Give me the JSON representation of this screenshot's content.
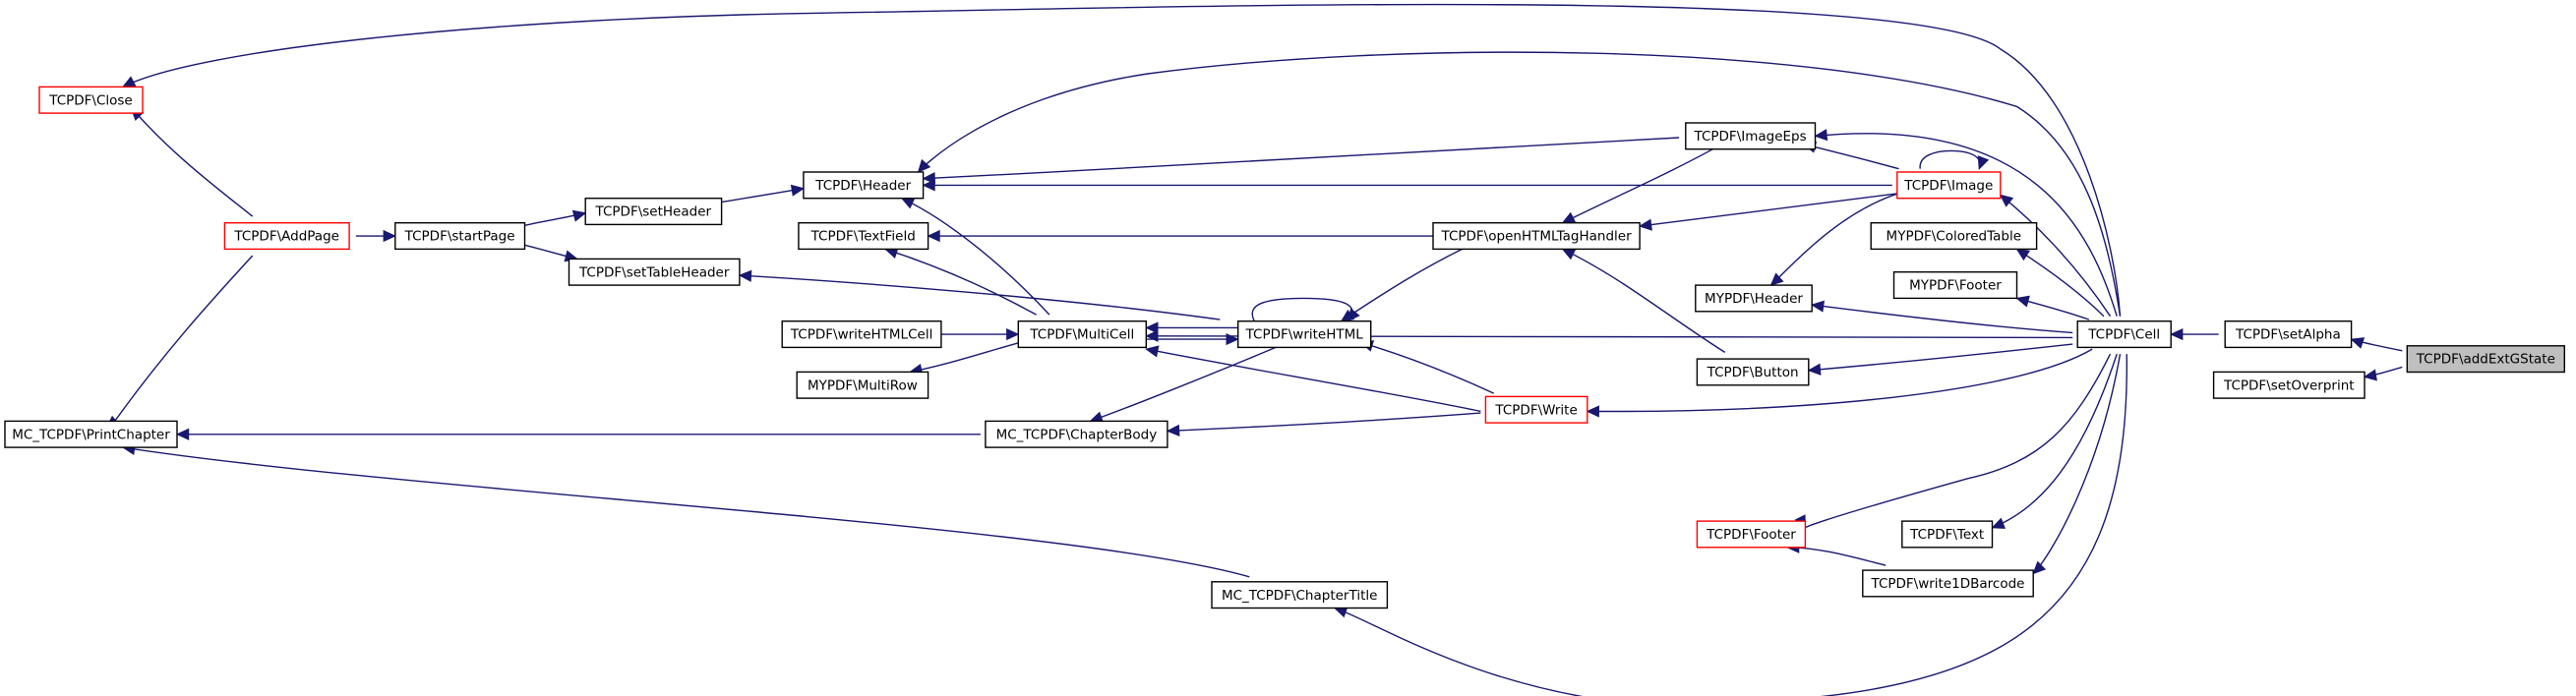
{
  "graph": {
    "nodes": {
      "close": {
        "label": "TCPDF\\Close",
        "truncated": true
      },
      "addpage": {
        "label": "TCPDF\\AddPage",
        "truncated": true
      },
      "printchapter": {
        "label": "MC_TCPDF\\PrintChapter"
      },
      "startpage": {
        "label": "TCPDF\\startPage"
      },
      "setheader": {
        "label": "TCPDF\\setHeader"
      },
      "settableheader": {
        "label": "TCPDF\\setTableHeader"
      },
      "header": {
        "label": "TCPDF\\Header"
      },
      "textfield": {
        "label": "TCPDF\\TextField"
      },
      "writehtmlcell": {
        "label": "TCPDF\\writeHTMLCell"
      },
      "multirow": {
        "label": "MYPDF\\MultiRow"
      },
      "multicell": {
        "label": "TCPDF\\MultiCell"
      },
      "writehtml": {
        "label": "TCPDF\\writeHTML"
      },
      "chapterbody": {
        "label": "MC_TCPDF\\ChapterBody"
      },
      "chaptertitle": {
        "label": "MC_TCPDF\\ChapterTitle"
      },
      "openhtml": {
        "label": "TCPDF\\openHTMLTagHandler"
      },
      "write": {
        "label": "TCPDF\\Write",
        "truncated": true
      },
      "imageeps": {
        "label": "TCPDF\\ImageEps"
      },
      "image": {
        "label": "TCPDF\\Image",
        "truncated": true
      },
      "coloredtable": {
        "label": "MYPDF\\ColoredTable"
      },
      "mypdffooter": {
        "label": "MYPDF\\Footer"
      },
      "mypdfheader": {
        "label": "MYPDF\\Header"
      },
      "button": {
        "label": "TCPDF\\Button"
      },
      "tcpdffooter": {
        "label": "TCPDF\\Footer",
        "truncated": true
      },
      "text": {
        "label": "TCPDF\\Text"
      },
      "write1d": {
        "label": "TCPDF\\write1DBarcode"
      },
      "cell": {
        "label": "TCPDF\\Cell"
      },
      "setalpha": {
        "label": "TCPDF\\setAlpha"
      },
      "setoverprint": {
        "label": "TCPDF\\setOverprint"
      },
      "addextgstate": {
        "label": "TCPDF\\addExtGState",
        "focus": true
      }
    },
    "edges": [
      {
        "from": "addpage",
        "to": "close"
      },
      {
        "from": "addpage",
        "to": "printchapter"
      },
      {
        "from": "startpage",
        "to": "addpage"
      },
      {
        "from": "setheader",
        "to": "startpage"
      },
      {
        "from": "settableheader",
        "to": "startpage"
      },
      {
        "from": "header",
        "to": "setheader"
      },
      {
        "from": "multicell",
        "to": "header"
      },
      {
        "from": "multicell",
        "to": "textfield"
      },
      {
        "from": "multicell",
        "to": "writehtmlcell"
      },
      {
        "from": "multicell",
        "to": "multirow"
      },
      {
        "from": "multicell",
        "to": "writehtml"
      },
      {
        "from": "writehtml",
        "to": "multicell"
      },
      {
        "from": "writehtml",
        "to": "settableheader"
      },
      {
        "from": "writehtml",
        "to": "chapterbody"
      },
      {
        "from": "writehtml",
        "to": "writehtml"
      },
      {
        "from": "openhtml",
        "to": "writehtml"
      },
      {
        "from": "openhtml",
        "to": "textfield"
      },
      {
        "from": "imageeps",
        "to": "header"
      },
      {
        "from": "imageeps",
        "to": "openhtml"
      },
      {
        "from": "image",
        "to": "header"
      },
      {
        "from": "image",
        "to": "openhtml"
      },
      {
        "from": "image",
        "to": "imageeps"
      },
      {
        "from": "image",
        "to": "mypdfheader"
      },
      {
        "from": "image",
        "to": "image"
      },
      {
        "from": "button",
        "to": "openhtml"
      },
      {
        "from": "write",
        "to": "multicell"
      },
      {
        "from": "write",
        "to": "writehtml"
      },
      {
        "from": "write",
        "to": "chapterbody"
      },
      {
        "from": "chapterbody",
        "to": "printchapter"
      },
      {
        "from": "chaptertitle",
        "to": "printchapter"
      },
      {
        "from": "write1d",
        "to": "tcpdffooter"
      },
      {
        "from": "cell",
        "to": "close"
      },
      {
        "from": "cell",
        "to": "header"
      },
      {
        "from": "cell",
        "to": "imageeps"
      },
      {
        "from": "cell",
        "to": "image"
      },
      {
        "from": "cell",
        "to": "coloredtable"
      },
      {
        "from": "cell",
        "to": "mypdffooter"
      },
      {
        "from": "cell",
        "to": "mypdfheader"
      },
      {
        "from": "cell",
        "to": "multicell"
      },
      {
        "from": "cell",
        "to": "button"
      },
      {
        "from": "cell",
        "to": "write"
      },
      {
        "from": "cell",
        "to": "tcpdffooter"
      },
      {
        "from": "cell",
        "to": "text"
      },
      {
        "from": "cell",
        "to": "write1d"
      },
      {
        "from": "cell",
        "to": "chaptertitle"
      },
      {
        "from": "setalpha",
        "to": "cell"
      },
      {
        "from": "addextgstate",
        "to": "setalpha"
      },
      {
        "from": "addextgstate",
        "to": "setoverprint"
      }
    ]
  }
}
